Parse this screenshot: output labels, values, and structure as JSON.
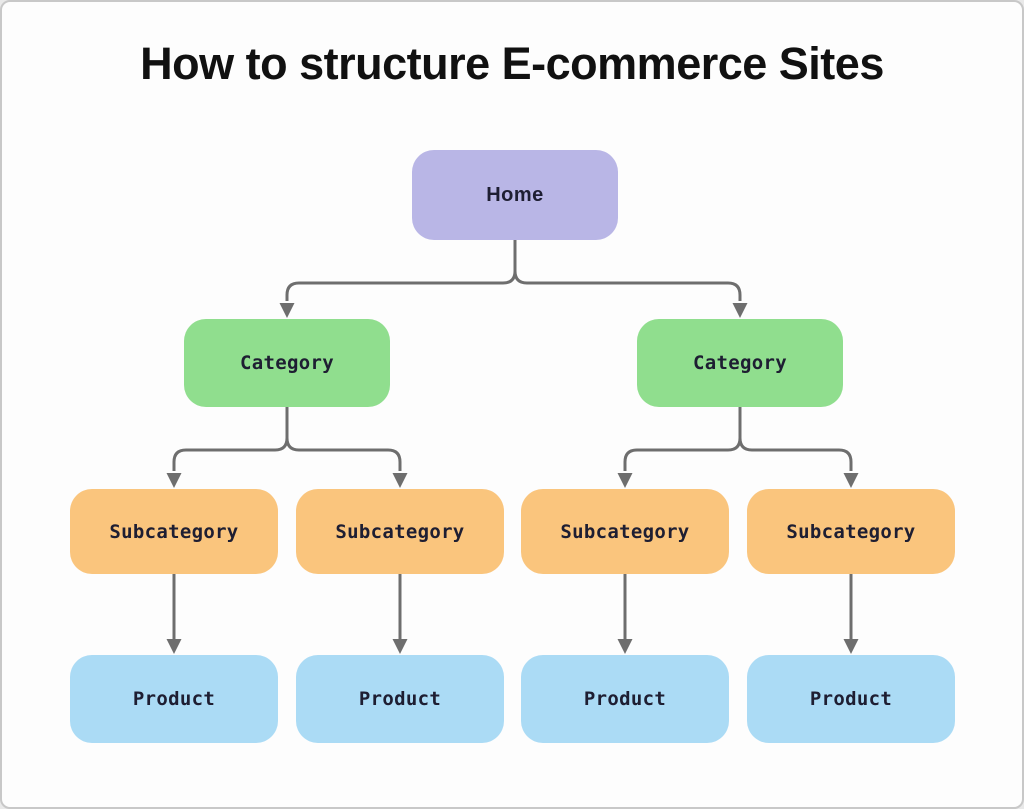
{
  "title": "How to structure E-commerce Sites",
  "colors": {
    "home": "#b9b6e6",
    "category": "#90de8e",
    "subcategory": "#fac57d",
    "product": "#abdbf5",
    "arrow": "#6e6e6e",
    "node_text": "#1e1e32",
    "title_text": "#111111"
  },
  "diagram": {
    "type": "tree-flowchart",
    "levels": [
      "Home",
      "Category",
      "Subcategory",
      "Product"
    ],
    "nodes": [
      {
        "id": "home",
        "label": "Home",
        "level": "home"
      },
      {
        "id": "category-1",
        "label": "Category",
        "level": "category"
      },
      {
        "id": "category-2",
        "label": "Category",
        "level": "category"
      },
      {
        "id": "subcategory-1",
        "label": "Subcategory",
        "level": "subcategory"
      },
      {
        "id": "subcategory-2",
        "label": "Subcategory",
        "level": "subcategory"
      },
      {
        "id": "subcategory-3",
        "label": "Subcategory",
        "level": "subcategory"
      },
      {
        "id": "subcategory-4",
        "label": "Subcategory",
        "level": "subcategory"
      },
      {
        "id": "product-1",
        "label": "Product",
        "level": "product"
      },
      {
        "id": "product-2",
        "label": "Product",
        "level": "product"
      },
      {
        "id": "product-3",
        "label": "Product",
        "level": "product"
      },
      {
        "id": "product-4",
        "label": "Product",
        "level": "product"
      }
    ],
    "edges": [
      {
        "from": "home",
        "to": "category-1"
      },
      {
        "from": "home",
        "to": "category-2"
      },
      {
        "from": "category-1",
        "to": "subcategory-1"
      },
      {
        "from": "category-1",
        "to": "subcategory-2"
      },
      {
        "from": "category-2",
        "to": "subcategory-3"
      },
      {
        "from": "category-2",
        "to": "subcategory-4"
      },
      {
        "from": "subcategory-1",
        "to": "product-1"
      },
      {
        "from": "subcategory-2",
        "to": "product-2"
      },
      {
        "from": "subcategory-3",
        "to": "product-3"
      },
      {
        "from": "subcategory-4",
        "to": "product-4"
      }
    ]
  }
}
